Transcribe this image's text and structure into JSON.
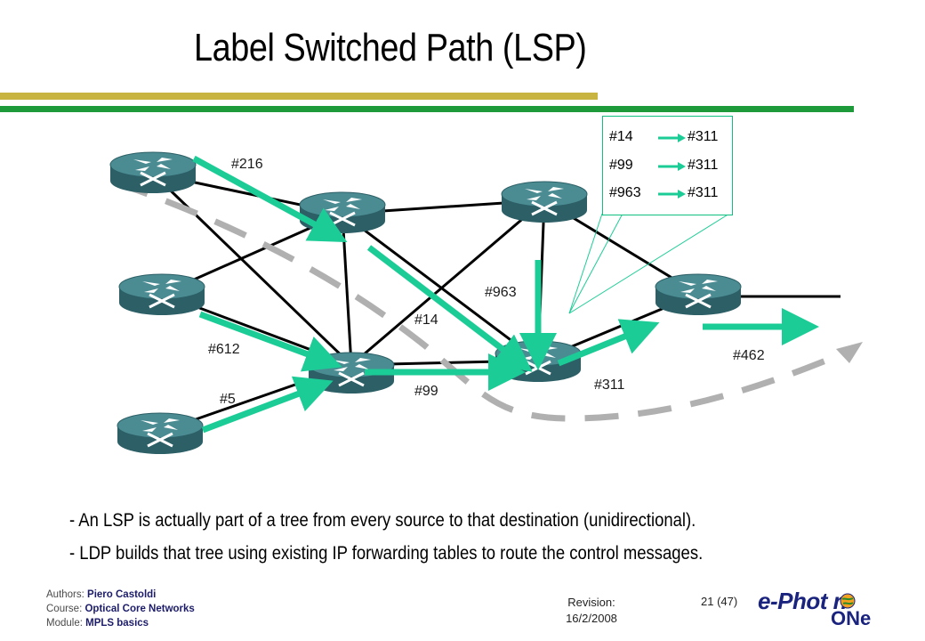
{
  "title": "Label Switched Path (LSP)",
  "colors": {
    "olive": "#c8b440",
    "green": "#1e9a3a",
    "lsp": "#1ccc96",
    "dashed": "#b0b0b0",
    "router_top": "#3f7f86",
    "router_side": "#2c5f66"
  },
  "labels": {
    "l216": "#216",
    "l612": "#612",
    "l5": "#5",
    "l14": "#14",
    "l99": "#99",
    "l963": "#963",
    "l311": "#311",
    "l462": "#462"
  },
  "label_table": [
    {
      "in": "#14",
      "out": "#311"
    },
    {
      "in": "#99",
      "out": "#311"
    },
    {
      "in": "#963",
      "out": "#311"
    }
  ],
  "bullets": [
    "- An LSP is actually part of a tree from every source to that destination (unidirectional).",
    "- LDP builds that tree using existing IP forwarding tables to route the control messages."
  ],
  "footer": {
    "authors_key": "Authors:",
    "authors_val": "Piero Castoldi",
    "course_key": "Course:",
    "course_val": "Optical Core Networks",
    "module_key": "Module:",
    "module_val": "MPLS basics"
  },
  "revision_label": "Revision:",
  "revision_date": "16/2/2008",
  "page_number": "21 (47)",
  "logo_line1": "e-Phot   n",
  "logo_line2": "ONe",
  "icons": {
    "router": "router-icon",
    "globe": "globe-icon"
  }
}
